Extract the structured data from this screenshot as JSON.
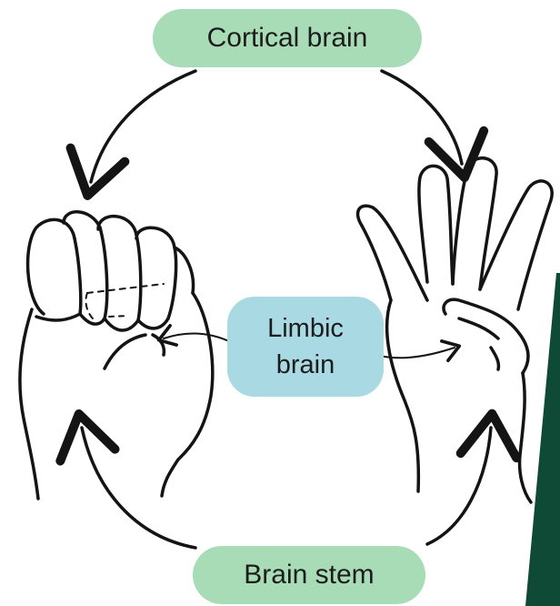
{
  "labels": {
    "cortical": "Cortical brain",
    "limbic_line1": "Limbic",
    "limbic_line2": "brain",
    "stem": "Brain stem"
  },
  "colors": {
    "cortical_fill": "#a8dcb6",
    "limbic_fill": "#a9d9e2",
    "stem_fill": "#a8dcb6",
    "accent_band": "#0e4a36",
    "line": "#141414"
  }
}
